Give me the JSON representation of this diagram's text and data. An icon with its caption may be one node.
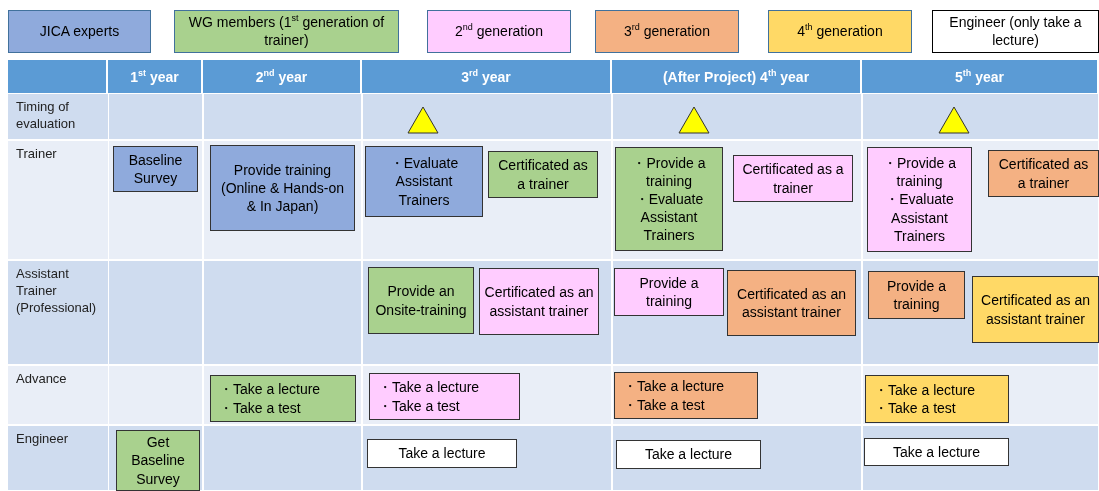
{
  "diagram": {
    "nodes": [
      {
        "text": [
          "Baseline Survey"
        ]
      },
      {
        "text": [
          "Provide training (Online & Hands-on & In Japan)"
        ]
      },
      {
        "text": [
          "・Evaluate Assistant Trainers"
        ]
      },
      {
        "text": [
          "Certificated as a trainer"
        ]
      },
      {
        "text": [
          "・Provide a training",
          "・Evaluate Assistant Trainers"
        ]
      },
      {
        "text": [
          "Certificated as a trainer"
        ]
      },
      {
        "text": [
          "・Provide a training",
          "・Evaluate Assistant Trainers"
        ]
      },
      {
        "text": [
          "Certificated as a trainer"
        ]
      },
      {
        "text": [
          "Provide an Onsite-training"
        ]
      },
      {
        "text": [
          "Certificated as an assistant trainer"
        ]
      },
      {
        "text": [
          "Provide a training"
        ]
      },
      {
        "text": [
          "Certificated as an assistant trainer"
        ]
      },
      {
        "text": [
          "Provide a training"
        ]
      },
      {
        "text": [
          "Certificated as an assistant trainer"
        ]
      },
      {
        "text": [
          "・Take a lecture",
          "・Take a test"
        ]
      },
      {
        "text": [
          "・Take a lecture",
          "・Take a test"
        ]
      },
      {
        "text": [
          "・Take a lecture",
          "・Take a test"
        ]
      },
      {
        "text": [
          "・Take a lecture",
          "・Take a test"
        ]
      },
      {
        "text": [
          "Get Baseline Survey"
        ]
      },
      {
        "text": [
          "Take a lecture"
        ]
      },
      {
        "text": [
          "Take a lecture"
        ]
      },
      {
        "text": [
          "Take a lecture"
        ]
      }
    ],
    "edges": [],
    "labels": [
      "1$^{st}$ year",
      "2$^{nd}$ year",
      "3$^{rd}$ year",
      "(After Project) 4$^{th}$ year",
      "5$^{th}$ year",
      "Timing of evaluation",
      "Trainer",
      "Assistant Trainer (Professional)",
      "Advance",
      "Engineer"
    ],
    "legend": [
      {
        "text": "JICA experts",
        "color": "#8faadc"
      },
      {
        "text": "WG members (1$^{st}$ generation of trainer)",
        "color": "#a9d18e"
      },
      {
        "text": "2$^{nd}$ generation",
        "color": "#ffccff"
      },
      {
        "text": "3$^{rd}$ generation",
        "color": "#f4b183"
      },
      {
        "text": "4$^{th}$ generation",
        "color": "#ffd966"
      },
      {
        "text": "Engineer (only take a lecture)",
        "color": "#ffffff"
      }
    ]
  }
}
